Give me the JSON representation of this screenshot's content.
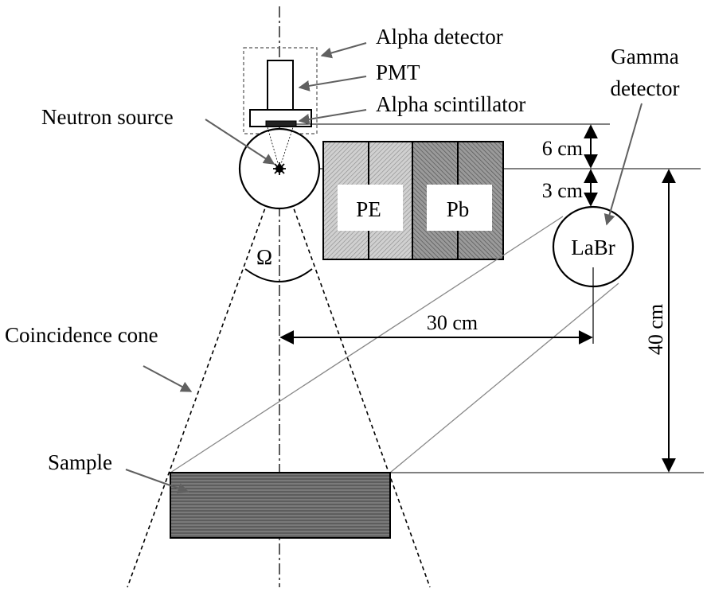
{
  "labels": {
    "alpha_detector": "Alpha detector",
    "pmt": "PMT",
    "alpha_scintillator": "Alpha scintillator",
    "neutron_source": "Neutron source",
    "gamma_detector_line1": "Gamma",
    "gamma_detector_line2": "detector",
    "coincidence_cone": "Coincidence cone",
    "sample": "Sample",
    "solid_angle": "Ω"
  },
  "shielding": {
    "pe_label": "PE",
    "pb_label": "Pb"
  },
  "detector": {
    "label": "LaBr"
  },
  "dimensions": {
    "offset_top": "6 cm",
    "offset_bottom": "3 cm",
    "horizontal_distance": "30 cm",
    "vertical_distance": "40 cm"
  },
  "colors": {
    "line": "#000000",
    "guide_line": "#888888",
    "pointer_arrow": "#606060",
    "pe_fill": "#c4c4c4",
    "pb_fill": "#8c8c8c",
    "sample_fill": "#6a6a6a"
  }
}
